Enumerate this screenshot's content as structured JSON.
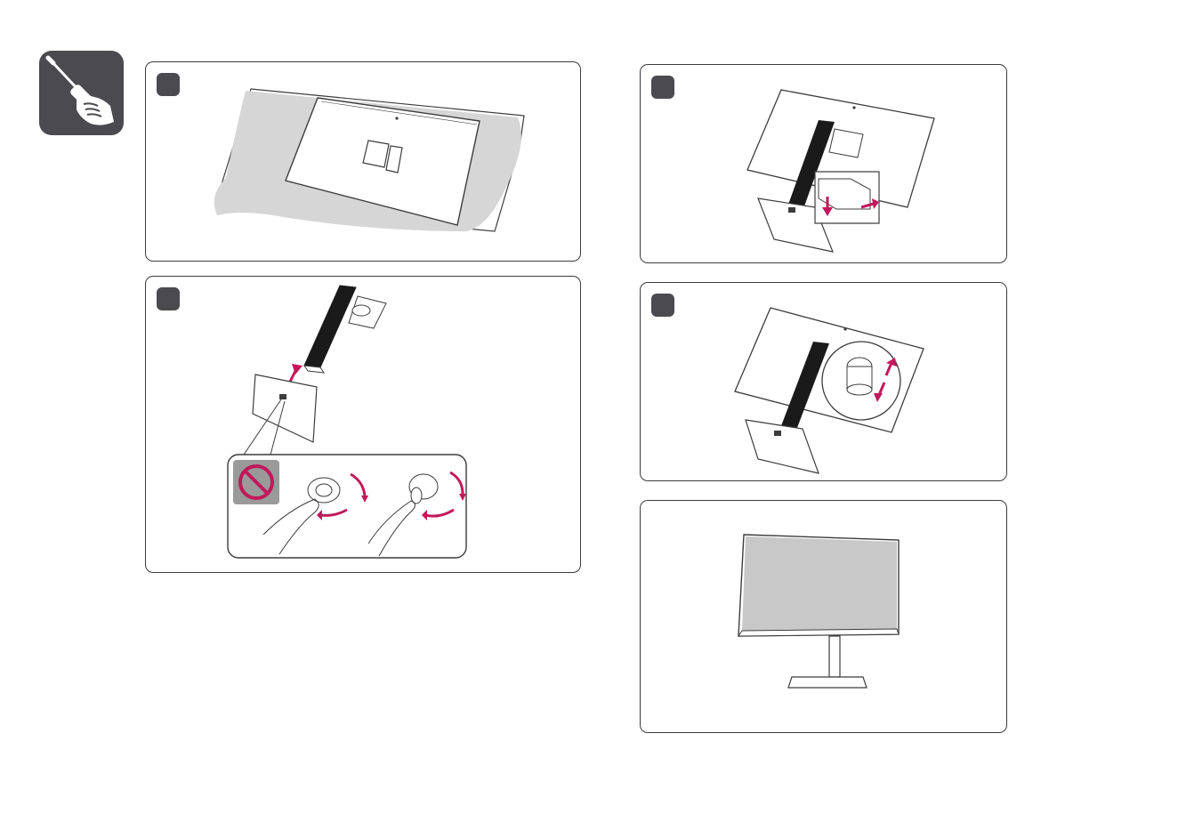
{
  "colors": {
    "marker": "#4a4a4f",
    "accent_arrow": "#c2185b",
    "outline": "#3c3c3c",
    "cover_sheet": "#d6d6d6",
    "screen_gray": "#c8c8c8"
  },
  "icons": {
    "tool_badge": "screwdriver-hand-icon",
    "prohibited": "no-tool-prohibited-icon"
  },
  "steps": [
    {
      "id": 1,
      "content": "monitor-face-down-on-cover"
    },
    {
      "id": 2,
      "content": "attach-stand-base-to-body"
    },
    {
      "id": 3,
      "content": "attach-stand-to-monitor"
    },
    {
      "id": 4,
      "content": "adjust-stand-height"
    },
    {
      "id": 5,
      "content": "assembled-monitor"
    }
  ]
}
